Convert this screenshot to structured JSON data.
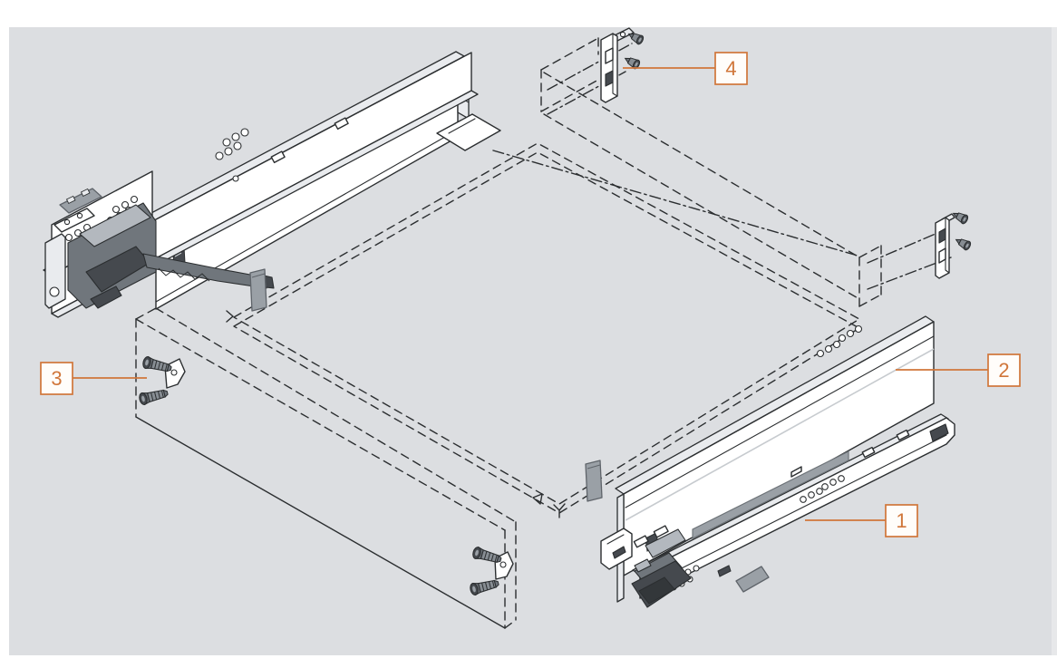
{
  "colors": {
    "accent": "#d0763a",
    "canvas": "#dcdee1",
    "frame": "#ffffff",
    "line": "#2b2e30",
    "steel": "#ffffff",
    "steel_shade": "#e9ebee",
    "gray_tab": "#9aa0a6",
    "mech_dark": "#45494e",
    "mech_mid": "#70767c",
    "mech_light": "#b3b8be"
  },
  "callouts": [
    {
      "label": "1"
    },
    {
      "label": "2"
    },
    {
      "label": "3"
    },
    {
      "label": "4"
    }
  ]
}
